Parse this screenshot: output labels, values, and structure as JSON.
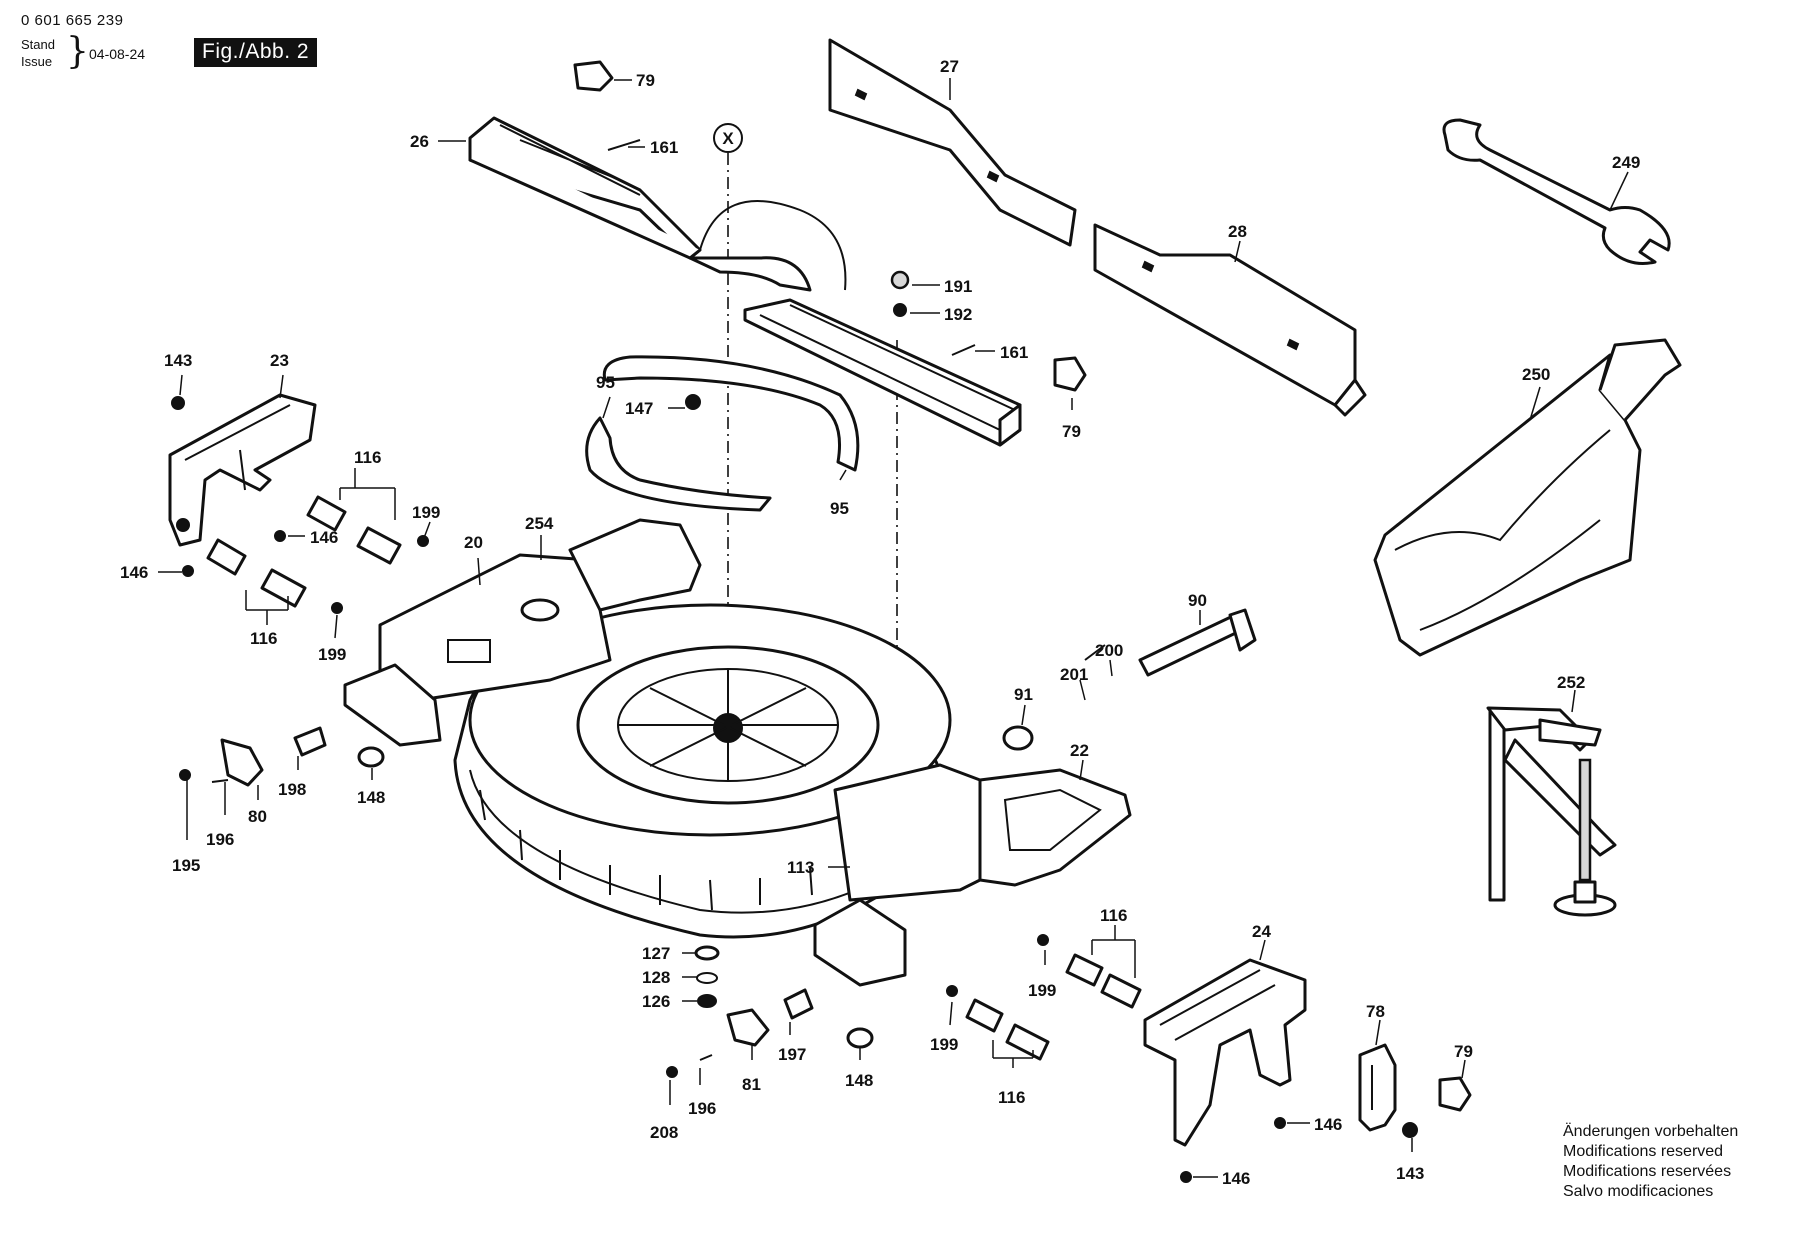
{
  "header": {
    "part_number": "0 601 665 239",
    "stand_label": "Stand",
    "issue_label": "Issue",
    "issue_date": "04-08-24",
    "figure_label": "Fig./Abb. 2"
  },
  "notice": [
    "Änderungen vorbehalten",
    "Modifications reserved",
    "Modifications reservées",
    "Salvo modificaciones"
  ],
  "axis_marker": "X",
  "callouts": [
    {
      "id": "79a",
      "text": "79"
    },
    {
      "id": "27",
      "text": "27"
    },
    {
      "id": "249",
      "text": "249"
    },
    {
      "id": "26",
      "text": "26"
    },
    {
      "id": "161a",
      "text": "161"
    },
    {
      "id": "28",
      "text": "28"
    },
    {
      "id": "191",
      "text": "191"
    },
    {
      "id": "192",
      "text": "192"
    },
    {
      "id": "161b",
      "text": "161"
    },
    {
      "id": "143a",
      "text": "143"
    },
    {
      "id": "23",
      "text": "23"
    },
    {
      "id": "95a",
      "text": "95"
    },
    {
      "id": "147",
      "text": "147"
    },
    {
      "id": "79b",
      "text": "79"
    },
    {
      "id": "250",
      "text": "250"
    },
    {
      "id": "116a",
      "text": "116"
    },
    {
      "id": "95b",
      "text": "95"
    },
    {
      "id": "199a",
      "text": "199"
    },
    {
      "id": "254",
      "text": "254"
    },
    {
      "id": "146a",
      "text": "146"
    },
    {
      "id": "20",
      "text": "20"
    },
    {
      "id": "146b",
      "text": "146"
    },
    {
      "id": "116b",
      "text": "116"
    },
    {
      "id": "199b",
      "text": "199"
    },
    {
      "id": "90",
      "text": "90"
    },
    {
      "id": "200",
      "text": "200"
    },
    {
      "id": "201",
      "text": "201"
    },
    {
      "id": "91",
      "text": "91"
    },
    {
      "id": "252",
      "text": "252"
    },
    {
      "id": "22",
      "text": "22"
    },
    {
      "id": "198",
      "text": "198"
    },
    {
      "id": "148a",
      "text": "148"
    },
    {
      "id": "80",
      "text": "80"
    },
    {
      "id": "196a",
      "text": "196"
    },
    {
      "id": "195",
      "text": "195"
    },
    {
      "id": "113",
      "text": "113"
    },
    {
      "id": "116c",
      "text": "116"
    },
    {
      "id": "24",
      "text": "24"
    },
    {
      "id": "127",
      "text": "127"
    },
    {
      "id": "128",
      "text": "128"
    },
    {
      "id": "199c",
      "text": "199"
    },
    {
      "id": "126",
      "text": "126"
    },
    {
      "id": "197",
      "text": "197"
    },
    {
      "id": "78",
      "text": "78"
    },
    {
      "id": "199d",
      "text": "199"
    },
    {
      "id": "79c",
      "text": "79"
    },
    {
      "id": "81",
      "text": "81"
    },
    {
      "id": "148b",
      "text": "148"
    },
    {
      "id": "116d",
      "text": "116"
    },
    {
      "id": "196b",
      "text": "196"
    },
    {
      "id": "146c",
      "text": "146"
    },
    {
      "id": "208",
      "text": "208"
    },
    {
      "id": "143b",
      "text": "143"
    },
    {
      "id": "146d",
      "text": "146"
    }
  ]
}
